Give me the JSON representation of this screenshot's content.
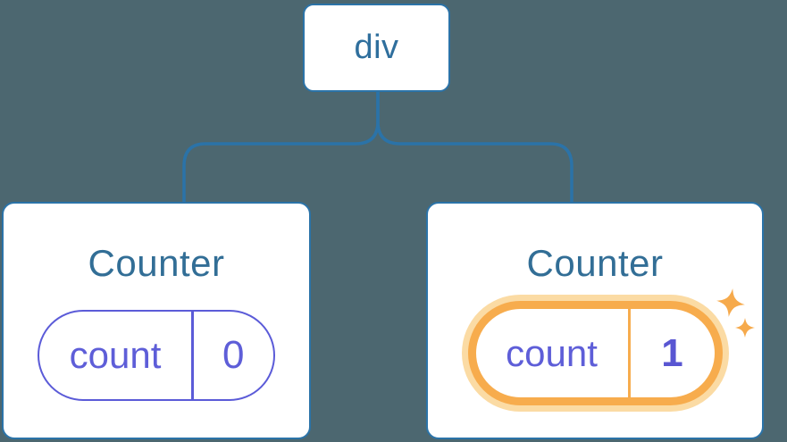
{
  "diagram": {
    "description": "React component tree with state",
    "root": {
      "label": "div"
    },
    "children": [
      {
        "title": "Counter",
        "state": {
          "key": "count",
          "value": "0"
        },
        "highlighted": false
      },
      {
        "title": "Counter",
        "state": {
          "key": "count",
          "value": "1"
        },
        "highlighted": true
      }
    ]
  },
  "icons": {
    "sparkles": "sparkles-icon"
  },
  "colors": {
    "background": "#4C6770",
    "card_fill": "#FFFFFF",
    "blue_stroke": "#2B73A8",
    "node_label_text": "#2F6F9D",
    "title_text": "#326E96",
    "state_purple": "#5B5BD8",
    "highlight_orange": "#F7AC4D",
    "highlight_halo": "#FBDBA4",
    "sparkle_orange": "#F6AA4C"
  }
}
